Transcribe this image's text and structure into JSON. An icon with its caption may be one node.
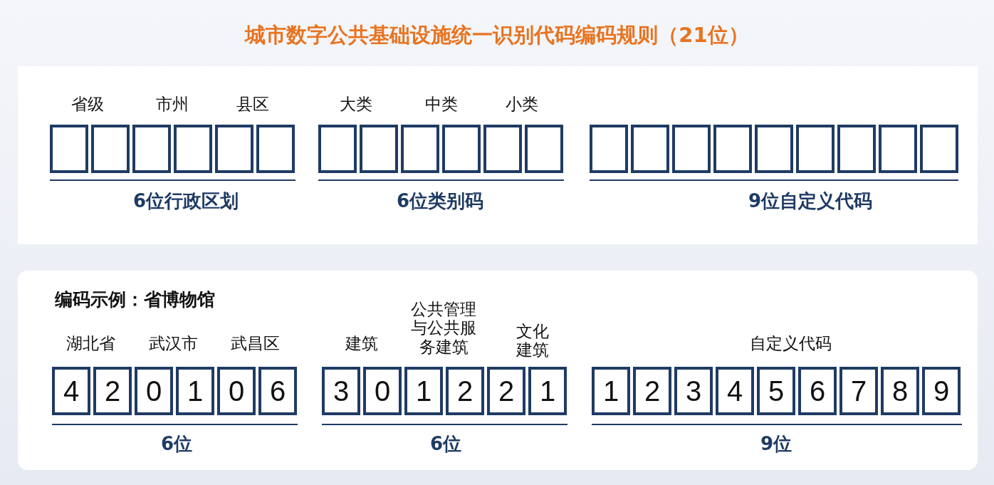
{
  "diagram": {
    "title": "城市数字公共基础设施统一识别代码编码规则（21位）",
    "nodes": [
      {
        "text": [],
        "shape": "box"
      },
      {
        "text": [],
        "shape": "box",
        "in": 0
      },
      {
        "text": [],
        "shape": "box",
        "in": 0
      },
      {
        "text": [],
        "shape": "box",
        "in": 0
      },
      {
        "text": [],
        "shape": "box",
        "in": 0
      },
      {
        "text": [],
        "shape": "box",
        "in": 0
      },
      {
        "text": [],
        "shape": "box",
        "in": 0
      },
      {
        "text": [],
        "shape": "box",
        "in": 0
      },
      {
        "text": [],
        "shape": "box",
        "in": 0
      },
      {
        "text": [],
        "shape": "box",
        "in": 0
      },
      {
        "text": [],
        "shape": "box",
        "in": 0
      },
      {
        "text": [],
        "shape": "box",
        "in": 0
      },
      {
        "text": [],
        "shape": "box",
        "in": 0
      },
      {
        "text": [],
        "shape": "box",
        "in": 0
      },
      {
        "text": [],
        "shape": "box",
        "in": 0
      },
      {
        "text": [],
        "shape": "box",
        "in": 0
      },
      {
        "text": [],
        "shape": "box",
        "in": 0
      },
      {
        "text": [],
        "shape": "box",
        "in": 0
      },
      {
        "text": [],
        "shape": "box",
        "in": 0
      },
      {
        "text": [],
        "shape": "box",
        "in": 0
      },
      {
        "text": [],
        "shape": "box",
        "in": 0
      },
      {
        "text": [],
        "shape": "box",
        "in": 0
      },
      {
        "text": [
          "编码示例：省博物馆"
        ]
      },
      {
        "text": [
          "4"
        ],
        "in": 22
      },
      {
        "text": [
          "2"
        ],
        "in": 22
      },
      {
        "text": [
          "0"
        ],
        "in": 22
      },
      {
        "text": [
          "1"
        ],
        "in": 22
      },
      {
        "text": [
          "0"
        ],
        "in": 22
      },
      {
        "text": [
          "6"
        ],
        "in": 22
      },
      {
        "text": [
          "3"
        ],
        "in": 22
      },
      {
        "text": [
          "0"
        ],
        "in": 22
      },
      {
        "text": [
          "1"
        ],
        "in": 22
      },
      {
        "text": [
          "2"
        ],
        "in": 22
      },
      {
        "text": [
          "2"
        ],
        "in": 22
      },
      {
        "text": [
          "1"
        ],
        "in": 22
      },
      {
        "text": [
          "1"
        ],
        "in": 22
      },
      {
        "text": [
          "2"
        ],
        "in": 22
      },
      {
        "text": [
          "3"
        ],
        "in": 22
      },
      {
        "text": [
          "4"
        ],
        "in": 22
      },
      {
        "text": [
          "5"
        ],
        "in": 22
      },
      {
        "text": [
          "6"
        ],
        "in": 22
      },
      {
        "text": [
          "7"
        ],
        "in": 22
      },
      {
        "text": [
          "8"
        ],
        "in": 22
      },
      {
        "text": [
          "9"
        ],
        "in": 22
      }
    ],
    "labels": [
      "省级",
      "市州",
      "县区",
      "大类",
      "中类",
      "小类",
      "6位行政区划",
      "6位类别码",
      "9位自定义代码",
      "湖北省",
      "武汉市",
      "武昌区",
      "建筑",
      "公共管理与公共服务建筑",
      "文化建筑",
      "自定义代码",
      "6位",
      "6位",
      "9位"
    ]
  }
}
